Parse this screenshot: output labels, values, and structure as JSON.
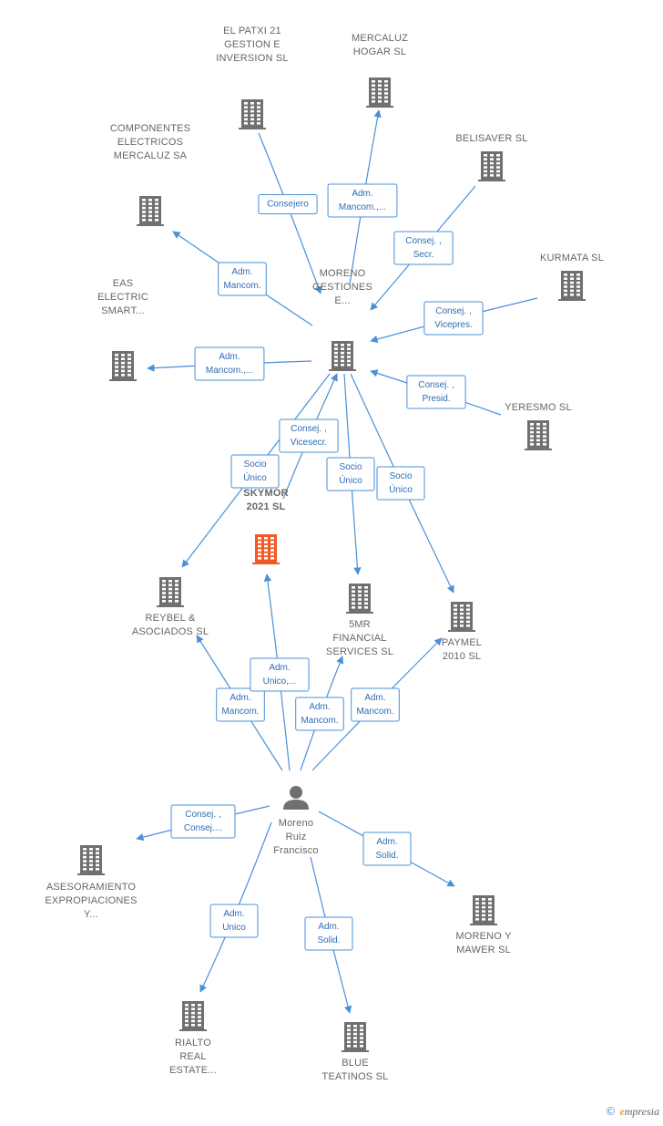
{
  "colors": {
    "edge": "#4a90d9",
    "building": "#707070",
    "highlight": "#f05a28",
    "person": "#707070"
  },
  "nodes": [
    {
      "id": "moreno_gestiones",
      "type": "building",
      "icon": "building-icon",
      "lines": [
        "MORENO",
        "GESTIONES",
        "E..."
      ]
    },
    {
      "id": "skymor",
      "type": "building-highlight",
      "icon": "building-icon",
      "lines": [
        "SKYMOR",
        "2021  SL"
      ],
      "main": true
    },
    {
      "id": "person",
      "type": "person",
      "icon": "person-icon",
      "lines": [
        "Moreno",
        "Ruiz",
        "Francisco"
      ]
    },
    {
      "id": "el_patxi",
      "type": "building",
      "icon": "building-icon",
      "lines": [
        "EL PATXI 21",
        "GESTION E",
        "INVERSION  SL"
      ]
    },
    {
      "id": "mercaluz_hogar",
      "type": "building",
      "icon": "building-icon",
      "lines": [
        "MERCALUZ",
        "HOGAR SL"
      ]
    },
    {
      "id": "belisaver",
      "type": "building",
      "icon": "building-icon",
      "lines": [
        "BELISAVER  SL"
      ]
    },
    {
      "id": "componentes",
      "type": "building",
      "icon": "building-icon",
      "lines": [
        "COMPONENTES",
        "ELECTRICOS",
        "MERCALUZ SA"
      ]
    },
    {
      "id": "kurmata",
      "type": "building",
      "icon": "building-icon",
      "lines": [
        "KURMATA  SL"
      ]
    },
    {
      "id": "eas",
      "type": "building",
      "icon": "building-icon",
      "lines": [
        "EAS",
        "ELECTRIC",
        "SMART..."
      ]
    },
    {
      "id": "yeresmo",
      "type": "building",
      "icon": "building-icon",
      "lines": [
        "YERESMO  SL"
      ]
    },
    {
      "id": "reybel",
      "type": "building",
      "icon": "building-icon",
      "lines": [
        "REYBEL &",
        "ASOCIADOS SL"
      ]
    },
    {
      "id": "fivemr",
      "type": "building",
      "icon": "building-icon",
      "lines": [
        "5MR",
        "FINANCIAL",
        "SERVICES  SL"
      ]
    },
    {
      "id": "paymel",
      "type": "building",
      "icon": "building-icon",
      "lines": [
        "PAYMEL",
        "2010 SL"
      ]
    },
    {
      "id": "asesoramiento",
      "type": "building",
      "icon": "building-icon",
      "lines": [
        "ASESORAMIENTO",
        "EXPROPIACIONES",
        "Y..."
      ]
    },
    {
      "id": "moreno_mawer",
      "type": "building",
      "icon": "building-icon",
      "lines": [
        "MORENO Y",
        "MAWER  SL"
      ]
    },
    {
      "id": "rialto",
      "type": "building",
      "icon": "building-icon",
      "lines": [
        "RIALTO",
        "REAL",
        "ESTATE..."
      ]
    },
    {
      "id": "blue_teatinos",
      "type": "building",
      "icon": "building-icon",
      "lines": [
        "BLUE",
        "TEATINOS  SL"
      ]
    }
  ],
  "edges": [
    {
      "from": "el_patxi",
      "to": "moreno_gestiones",
      "lines": [
        "Consejero"
      ]
    },
    {
      "from": "moreno_gestiones",
      "to": "mercaluz_hogar",
      "lines": [
        "Adm.",
        "Mancom.,..."
      ]
    },
    {
      "from": "belisaver",
      "to": "moreno_gestiones",
      "lines": [
        "Consej. ,",
        "Secr."
      ]
    },
    {
      "from": "moreno_gestiones",
      "to": "componentes",
      "lines": [
        "Adm.",
        "Mancom."
      ]
    },
    {
      "from": "kurmata",
      "to": "moreno_gestiones",
      "lines": [
        "Consej. ,",
        "Vicepres."
      ]
    },
    {
      "from": "moreno_gestiones",
      "to": "eas",
      "lines": [
        "Adm.",
        "Mancom.,..."
      ]
    },
    {
      "from": "yeresmo",
      "to": "moreno_gestiones",
      "lines": [
        "Consej. ,",
        "Presid."
      ]
    },
    {
      "from": "skymor",
      "to": "moreno_gestiones",
      "lines": [
        "Consej. ,",
        "Vicesecr."
      ]
    },
    {
      "from": "moreno_gestiones",
      "to": "reybel",
      "lines": [
        "Socio",
        "Único"
      ]
    },
    {
      "from": "moreno_gestiones",
      "to": "fivemr",
      "lines": [
        "Socio",
        "Único"
      ]
    },
    {
      "from": "moreno_gestiones",
      "to": "paymel",
      "lines": [
        "Socio",
        "Único"
      ]
    },
    {
      "from": "person",
      "to": "reybel",
      "lines": [
        "Adm.",
        "Mancom."
      ]
    },
    {
      "from": "person",
      "to": "skymor",
      "lines": [
        "Adm.",
        "Unico,..."
      ]
    },
    {
      "from": "person",
      "to": "fivemr",
      "lines": [
        "Adm.",
        "Mancom."
      ]
    },
    {
      "from": "person",
      "to": "paymel",
      "lines": [
        "Adm.",
        "Mancom."
      ]
    },
    {
      "from": "person",
      "to": "asesoramiento",
      "lines": [
        "Consej. ,",
        "Consej...."
      ]
    },
    {
      "from": "person",
      "to": "moreno_mawer",
      "lines": [
        "Adm.",
        "Solid."
      ]
    },
    {
      "from": "person",
      "to": "rialto",
      "lines": [
        "Adm.",
        "Unico"
      ]
    },
    {
      "from": "person",
      "to": "blue_teatinos",
      "lines": [
        "Adm.",
        "Solid."
      ]
    }
  ],
  "footer": {
    "copyright": "©",
    "brand_e": "e",
    "brand_rest": "mpresia"
  }
}
